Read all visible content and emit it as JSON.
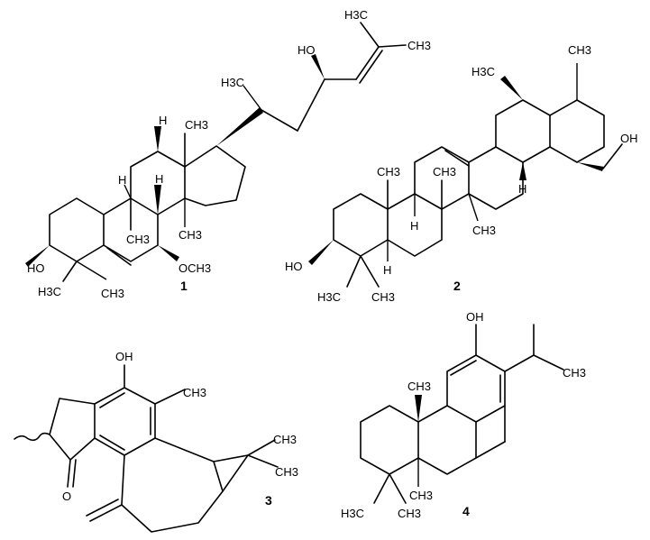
{
  "compounds": [
    {
      "number": "1"
    },
    {
      "number": "2"
    },
    {
      "number": "3"
    },
    {
      "number": "4"
    }
  ],
  "atom_labels": {
    "ho": "HO",
    "oh": "OH",
    "ch3": "CH3",
    "h3c": "H3C",
    "h": "H",
    "och3": "OCH3",
    "o": "O"
  }
}
